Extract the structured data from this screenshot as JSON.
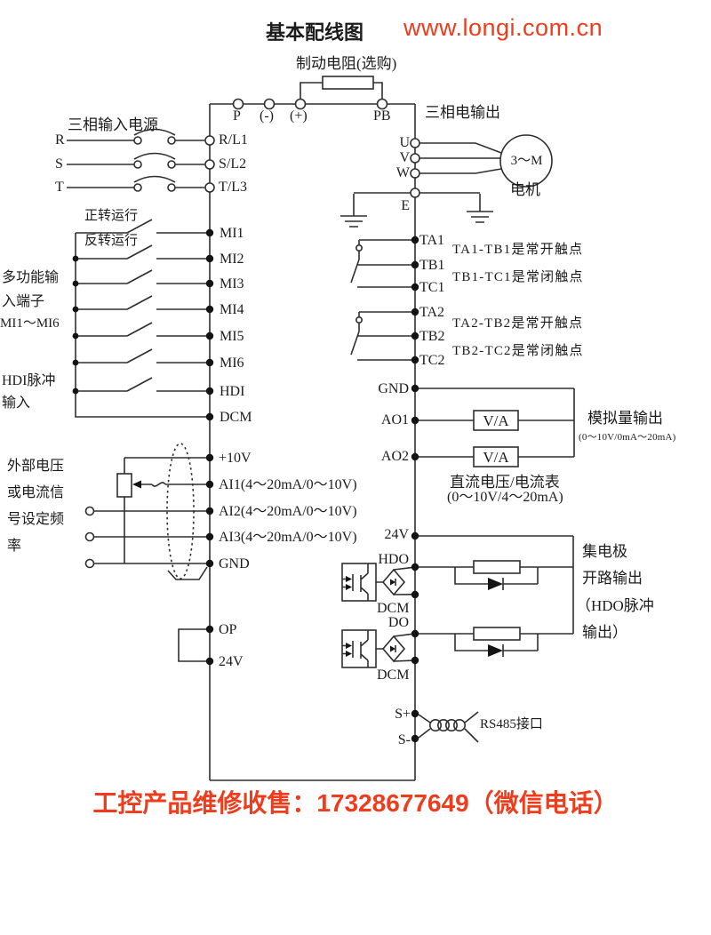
{
  "colors": {
    "red": "#ee3c1c",
    "line_dark": "#2e2e2e"
  },
  "header": {
    "title": "基本配线图",
    "url": "www.longi.com.cn"
  },
  "top": {
    "brake_resistor_label": "制动电阻(选购)",
    "terminals": [
      "P",
      "(-)",
      "(+)",
      "PB"
    ]
  },
  "left": {
    "supply_label": "三相输入电源",
    "phases": [
      "R",
      "S",
      "T"
    ],
    "phase_terminals": [
      "R/L1",
      "S/L2",
      "T/L3"
    ],
    "run_labels": [
      "正转运行",
      "反转运行"
    ],
    "digital_inputs": [
      "MI1",
      "MI2",
      "MI3",
      "MI4",
      "MI5",
      "MI6",
      "HDI",
      "DCM"
    ],
    "multi_label_lines": [
      "多功能输",
      "入端子",
      "MI1～MI6"
    ],
    "hdi_label_lines": [
      "HDI脉冲",
      "输入"
    ],
    "analog_label_lines": [
      "外部电压",
      "或电流信",
      "号设定频",
      "率"
    ],
    "analog_terminals": [
      "+10V",
      "AI1(4～20mA/0～10V)",
      "AI2(4～20mA/0～10V)",
      "AI3(4～20mA/0～10V)",
      "GND"
    ],
    "op_terminal": "OP",
    "v24_terminal": "24V"
  },
  "right": {
    "output_label": "三相电输出",
    "phase_terminals": [
      "U",
      "V",
      "W"
    ],
    "e_terminal": "E",
    "motor_text": "3～M",
    "motor_label": "电机",
    "relay1": [
      "TA1",
      "TB1",
      "TC1"
    ],
    "relay2": [
      "TA2",
      "TB2",
      "TC2"
    ],
    "relay_notes": [
      "TA1-TB1是常开触点",
      "TB1-TC1是常闭触点",
      "TA2-TB2是常开触点",
      "TB2-TC2是常闭触点"
    ],
    "gnd": "GND",
    "ao1": "AO1",
    "ao2": "AO2",
    "meter_text": "V/A",
    "analog_out_label": "模拟量输出",
    "analog_out_range": "(0～10V/0mA～20mA)",
    "meter_caption": [
      "直流电压/电流表",
      "(0～10V/4～20mA)"
    ],
    "v24": "24V",
    "hdo": "HDO",
    "dcm1": "DCM",
    "do_terminal": "DO",
    "dcm2": "DCM",
    "collector_lines": [
      "集电极",
      "开路输出",
      "（HDO脉冲",
      "输出）"
    ],
    "sp": "S+",
    "sm": "S-",
    "rs485_label": "RS485接口"
  },
  "footer": {
    "contact": "工控产品维修收售：17328677649（微信电话）"
  }
}
